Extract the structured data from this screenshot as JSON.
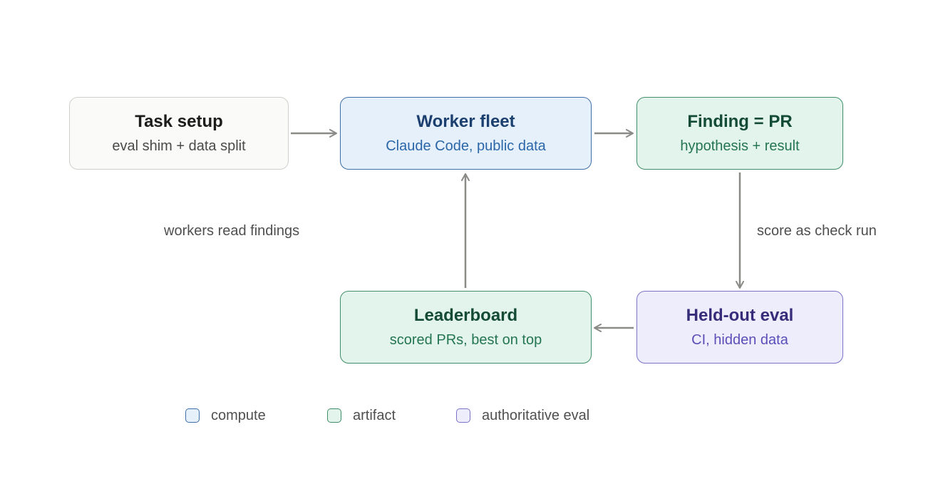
{
  "nodes": {
    "task_setup": {
      "title": "Task setup",
      "subtitle": "eval shim + data split"
    },
    "worker_fleet": {
      "title": "Worker fleet",
      "subtitle": "Claude Code, public data"
    },
    "finding_pr": {
      "title": "Finding = PR",
      "subtitle": "hypothesis + result"
    },
    "held_out_eval": {
      "title": "Held-out eval",
      "subtitle": "CI, hidden data"
    },
    "leaderboard": {
      "title": "Leaderboard",
      "subtitle": "scored PRs, best on top"
    }
  },
  "edge_labels": {
    "workers_read": "workers read findings",
    "score_check": "score as check run"
  },
  "legend": {
    "compute": "compute",
    "artifact": "artifact",
    "authoritative_eval": "authoritative eval"
  },
  "colors": {
    "compute": "#3f6fa6",
    "artifact": "#3f8e69",
    "authoritative_eval": "#7a72c8",
    "arrow": "#8a8a86"
  }
}
